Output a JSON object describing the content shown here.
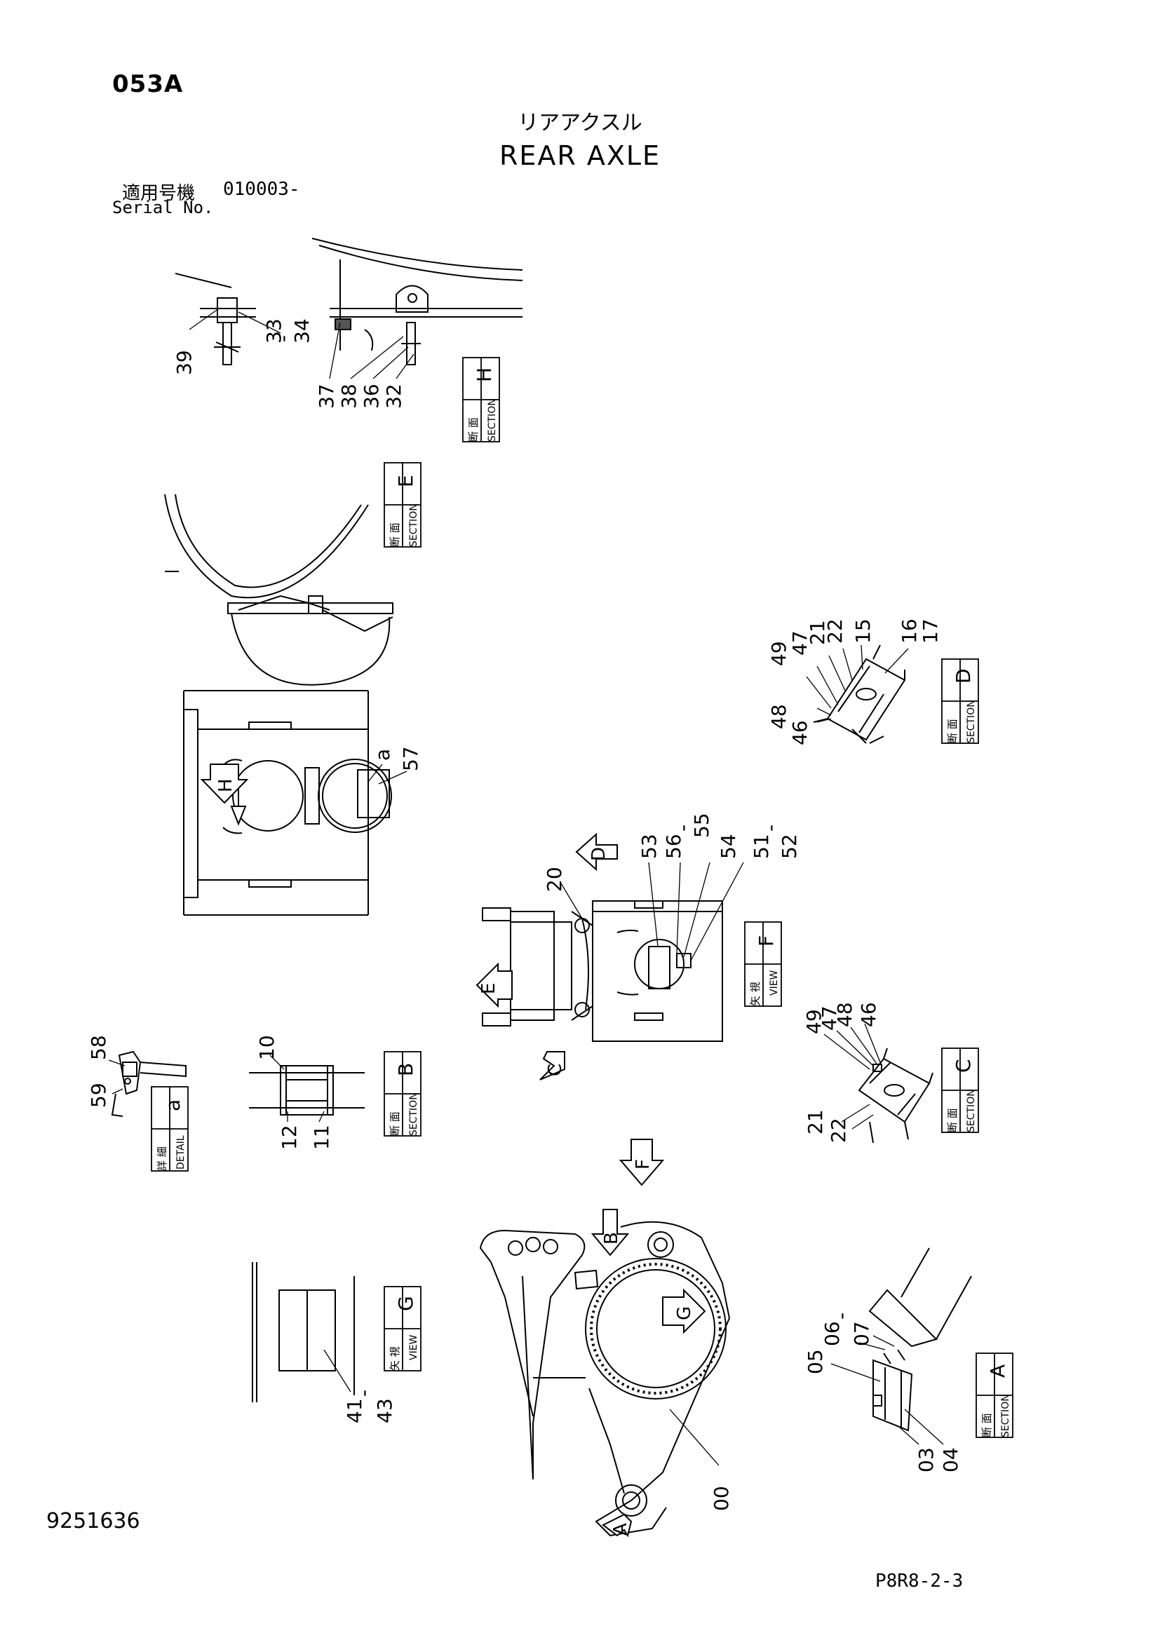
{
  "header": {
    "code": "053A",
    "title_jp": "リアアクスル",
    "title_en": "REAR AXLE",
    "serial_label_jp": "適用号機",
    "serial_value": "010003-",
    "serial_label_en": "Serial No."
  },
  "footer": {
    "doc_number": "9251636",
    "page_ref": "P8R8-2-3"
  },
  "sections": {
    "H": {
      "jp": "断 面",
      "en": "SECTION",
      "letter": "H"
    },
    "E": {
      "jp": "断 面",
      "en": "SECTION",
      "letter": "E"
    },
    "D": {
      "jp": "断 面",
      "en": "SECTION",
      "letter": "D"
    },
    "F": {
      "jp": "矢 視",
      "en": "VIEW",
      "letter": "F"
    },
    "C": {
      "jp": "断 面",
      "en": "SECTION",
      "letter": "C"
    },
    "B": {
      "jp": "断 面",
      "en": "SECTION",
      "letter": "B"
    },
    "a": {
      "jp": "詳 細",
      "en": "DETAIL",
      "letter": "a"
    },
    "G": {
      "jp": "矢 視",
      "en": "VIEW",
      "letter": "G"
    },
    "A": {
      "jp": "断 面",
      "en": "SECTION",
      "letter": "A"
    }
  },
  "part_numbers": {
    "h39": "39",
    "h33": "33",
    "h34": "34",
    "h37": "37",
    "h38": "38",
    "h36": "36",
    "h32": "32",
    "d49": "49",
    "d47": "47",
    "d21": "21",
    "d22": "22",
    "d15": "15",
    "d16": "16",
    "d17": "17",
    "d48": "48",
    "d46": "46",
    "pa": "a",
    "p57": "57",
    "f20": "20",
    "f53": "53",
    "f56": "56",
    "f55": "55",
    "f54": "54",
    "f51": "51",
    "f52": "52",
    "c49": "49",
    "c47": "47",
    "c48": "48",
    "c46": "46",
    "c21": "21",
    "c22": "22",
    "a58": "58",
    "a59": "59",
    "b10": "10",
    "b12": "12",
    "b11": "11",
    "g41": "41",
    "g43": "43",
    "m00": "00",
    "s05": "05",
    "s06": "06",
    "s07": "07",
    "s03": "03",
    "s04": "04"
  },
  "view_arrows": {
    "H": "H",
    "D": "D",
    "E": "E",
    "C": "C",
    "F": "F",
    "B": "B",
    "G": "G",
    "A": "A"
  }
}
